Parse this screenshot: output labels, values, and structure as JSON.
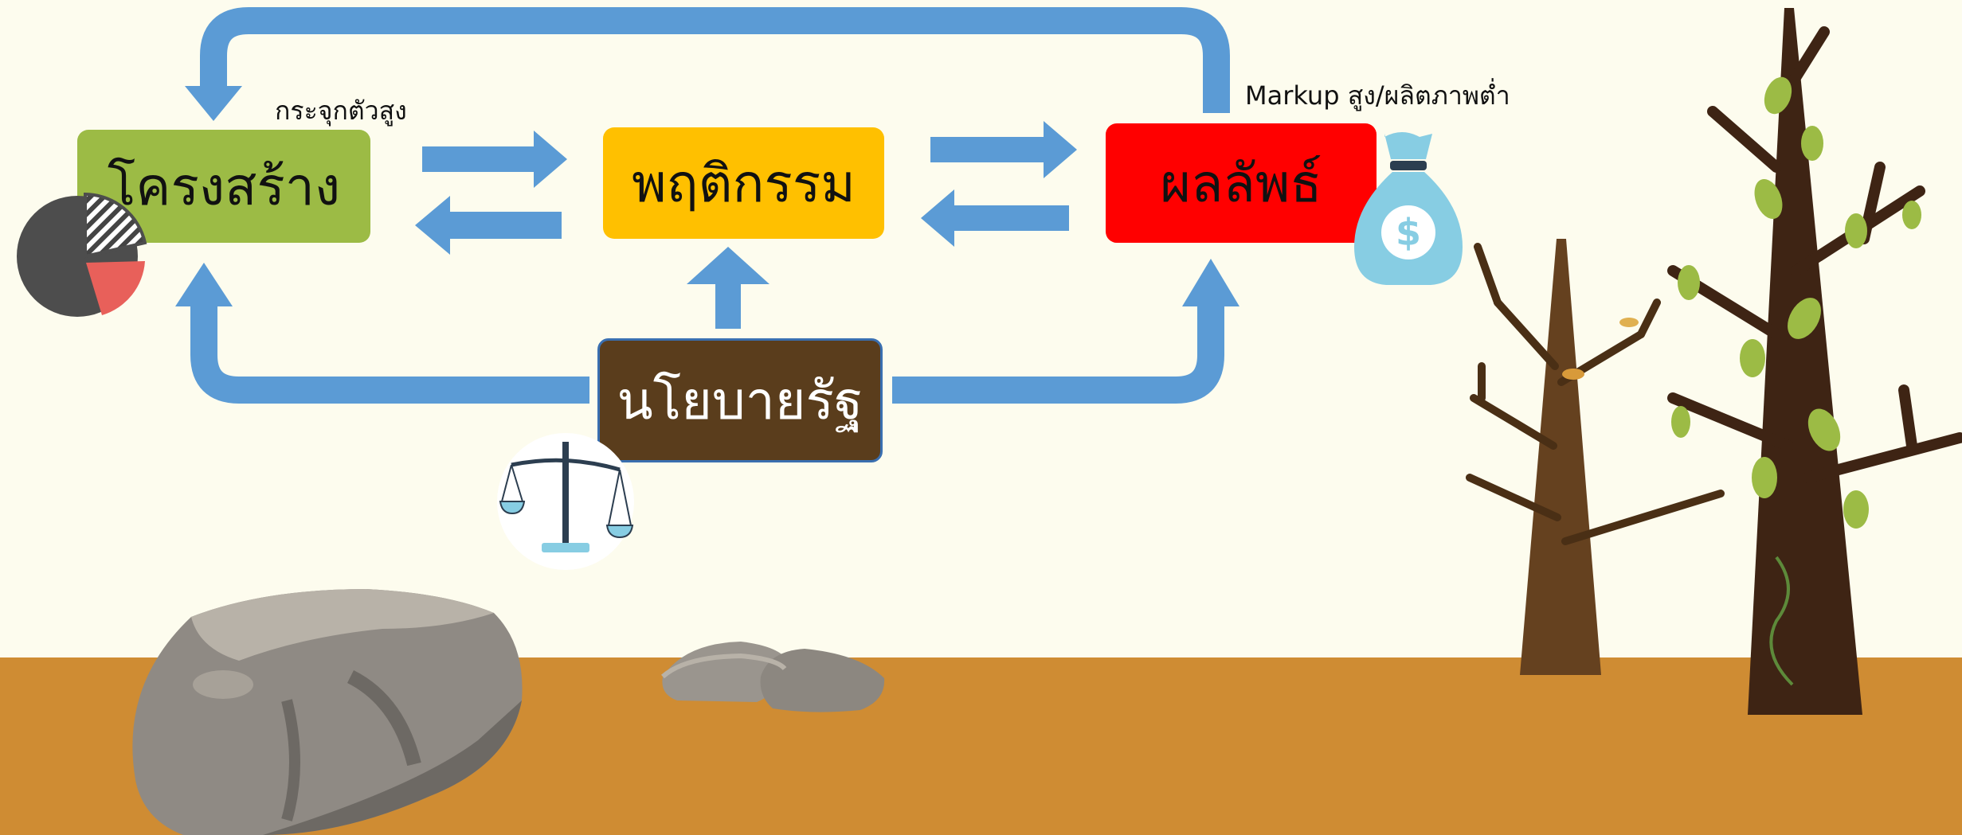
{
  "diagram": {
    "structure_label": "โครงสร้าง",
    "conduct_label": "พฤติกรรม",
    "performance_label": "ผลลัพธ์",
    "policy_label": "นโยบายรัฐ",
    "structure_note": "กระจุกตัวสูง",
    "performance_note": "Markup สูง/ผลิตภาพต่ำ"
  },
  "colors": {
    "arrow": "#5b9bd5",
    "structure_box": "#9cbb45",
    "conduct_box": "#ffc000",
    "performance_box": "#ff0000",
    "policy_box": "#5a3d1c",
    "ground": "#cf8c33",
    "background": "#fdfcee"
  },
  "icons": [
    "pie-chart-icon",
    "money-bag-icon",
    "justice-scale-icon",
    "boulder-icon",
    "stones-icon",
    "bare-tree-icon",
    "leafy-tree-icon"
  ]
}
